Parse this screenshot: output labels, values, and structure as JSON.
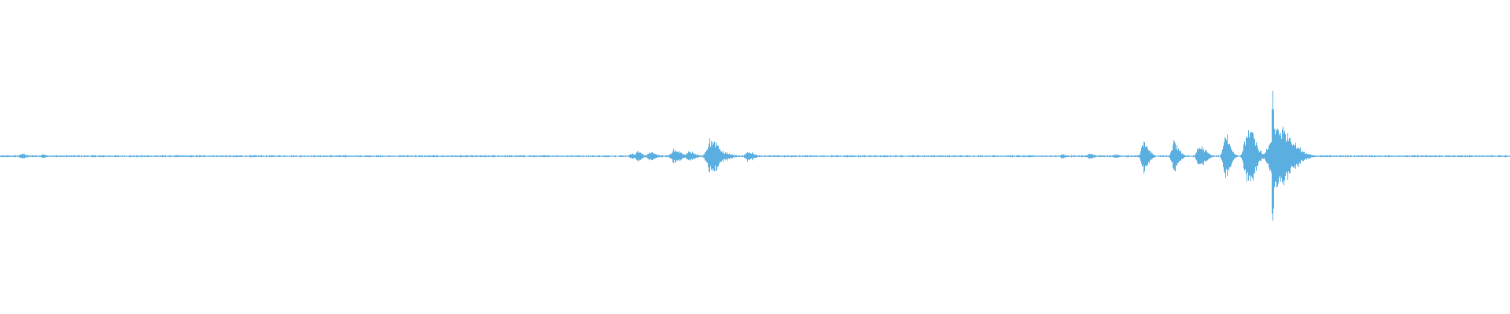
{
  "waveform": {
    "wave_color": "#5aaee0",
    "background_color": "#ffffff",
    "amplitude_scale": [
      -1,
      1
    ],
    "baseline_amplitude": 0.006,
    "bursts": [
      {
        "position": 0.014,
        "amplitude": 0.02,
        "duration": 0.004
      },
      {
        "position": 0.028,
        "amplitude": 0.015,
        "duration": 0.003
      },
      {
        "position": 0.418,
        "amplitude": 0.02,
        "duration": 0.005
      },
      {
        "position": 0.422,
        "amplitude": 0.035,
        "duration": 0.004
      },
      {
        "position": 0.43,
        "amplitude": 0.03,
        "duration": 0.005
      },
      {
        "position": 0.446,
        "amplitude": 0.05,
        "duration": 0.006
      },
      {
        "position": 0.456,
        "amplitude": 0.035,
        "duration": 0.005
      },
      {
        "position": 0.47,
        "amplitude": 0.13,
        "duration": 0.007
      },
      {
        "position": 0.48,
        "amplitude": 0.03,
        "duration": 0.005
      },
      {
        "position": 0.495,
        "amplitude": 0.035,
        "duration": 0.005
      },
      {
        "position": 0.703,
        "amplitude": 0.015,
        "duration": 0.003
      },
      {
        "position": 0.721,
        "amplitude": 0.02,
        "duration": 0.004
      },
      {
        "position": 0.738,
        "amplitude": 0.015,
        "duration": 0.004
      },
      {
        "position": 0.757,
        "amplitude": 0.12,
        "duration": 0.004
      },
      {
        "position": 0.777,
        "amplitude": 0.11,
        "duration": 0.004
      },
      {
        "position": 0.794,
        "amplitude": 0.08,
        "duration": 0.005
      },
      {
        "position": 0.811,
        "amplitude": 0.18,
        "duration": 0.004
      },
      {
        "position": 0.826,
        "amplitude": 0.22,
        "duration": 0.006
      },
      {
        "position": 0.8425,
        "amplitude": 0.66,
        "duration": 0.001
      },
      {
        "position": 0.845,
        "amplitude": 0.24,
        "duration": 0.012
      }
    ]
  }
}
